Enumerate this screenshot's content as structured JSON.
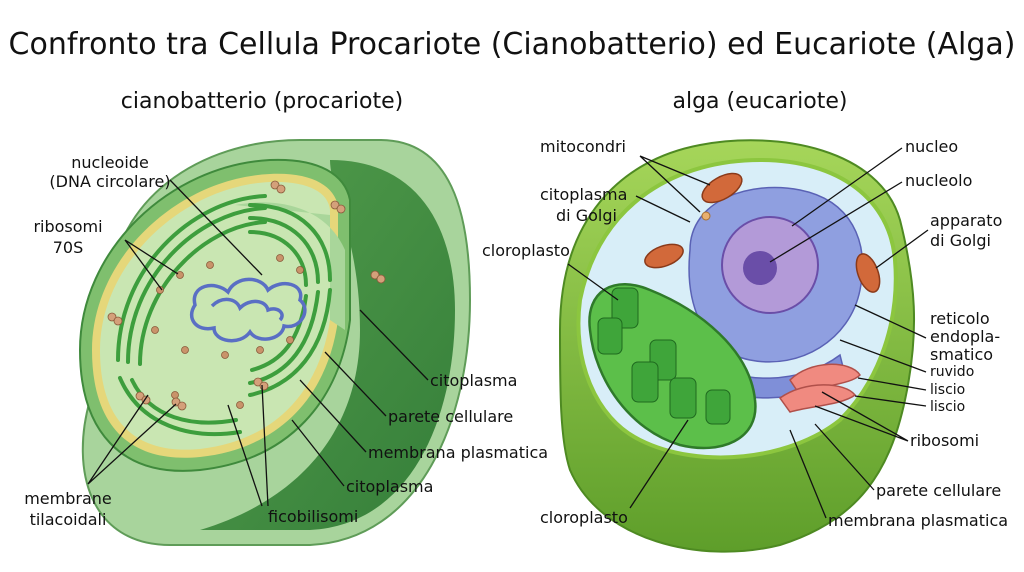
{
  "title": "Confronto tra Cellula Procariote (Cianobatterio) ed Eucariote (Alga)",
  "prokaryote": {
    "heading": "cianobatterio (procariote)",
    "labels": {
      "nucleoid_1": "nucleoide",
      "nucleoid_2": "(DNA circolare)",
      "ribosomes_1": "ribosomi",
      "ribosomes_2": "70S",
      "cytoplasm_a": "citoplasma",
      "cell_wall": "parete cellulare",
      "plasma_membrane": "membrana plasmatica",
      "cytoplasm_b": "citoplasma",
      "phycobilisomes": "ficobilisomi",
      "thylakoids_1": "membrane",
      "thylakoids_2": "tilacoidali"
    }
  },
  "eukaryote": {
    "heading": "alga (eucariote)",
    "labels": {
      "mitochondria": "mitocondri",
      "golgi_cyt_1": "citoplasma",
      "golgi_cyt_2": "di Golgi",
      "chloroplast_a": "cloroplasto",
      "nucleus": "nucleo",
      "nucleolus": "nucleolo",
      "golgi_1": "apparato",
      "golgi_2": "di Golgi",
      "er_1": "reticolo",
      "er_2": "endopla-",
      "er_3": "smatico",
      "er_rough": "ruvido",
      "er_smooth_a": "liscio",
      "er_smooth_b": "liscio",
      "ribosomes": "ribosomi",
      "cell_wall": "parete cellulare",
      "chloroplast_b": "cloroplasto",
      "plasma_membrane": "membrana plasmatica"
    }
  },
  "colors": {
    "prok_outer": "#7fb877",
    "prok_wall": "#4f9a4c",
    "prok_inner": "#c6e4b0",
    "prok_membrane": "#e5d77a",
    "thylakoid": "#3d9e3d",
    "dna": "#5a6fc4",
    "euk_wall": "#8cc63f",
    "euk_cytoplasm": "#d8eef8",
    "nucleus": "#8f7fd0",
    "nucleolus": "#6a4ea8",
    "mitochondria": "#d2693a",
    "chloroplast": "#5cbf4a",
    "er_smooth": "#f08a80"
  }
}
